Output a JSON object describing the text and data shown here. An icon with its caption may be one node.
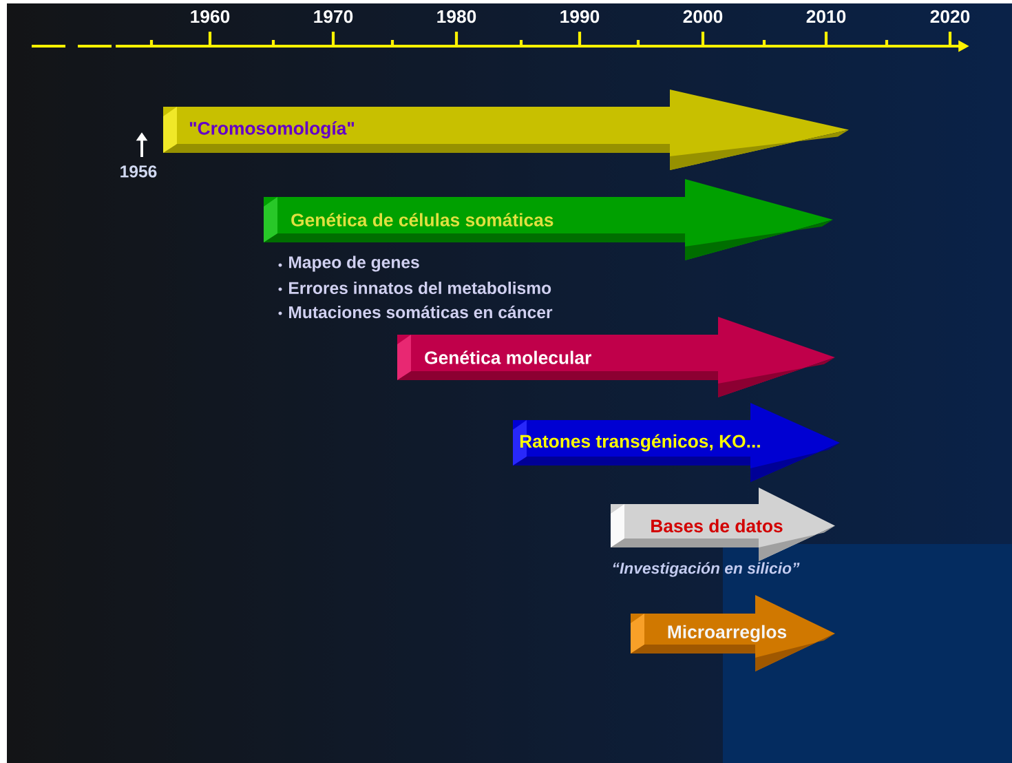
{
  "diagram": {
    "nodes": [
      {
        "text": [
          "\"Cromosomología\""
        ]
      },
      {
        "text": [
          "Genética de células somáticas"
        ]
      },
      {
        "text": [
          "Genética molecular"
        ]
      },
      {
        "text": [
          "Ratones transgénicos, KO..."
        ]
      },
      {
        "text": [
          "Bases de datos"
        ],
        "beside": [
          "“Investigación en silicio”"
        ]
      },
      {
        "text": [
          "Microarreglos"
        ]
      }
    ],
    "labels": [
      "1960",
      "1970",
      "1980",
      "1990",
      "2000",
      "2010",
      "2020",
      "1956",
      "Mapeo de genes",
      "Errores innatos del metabolismo",
      "Mutaciones somáticas en cáncer"
    ]
  }
}
